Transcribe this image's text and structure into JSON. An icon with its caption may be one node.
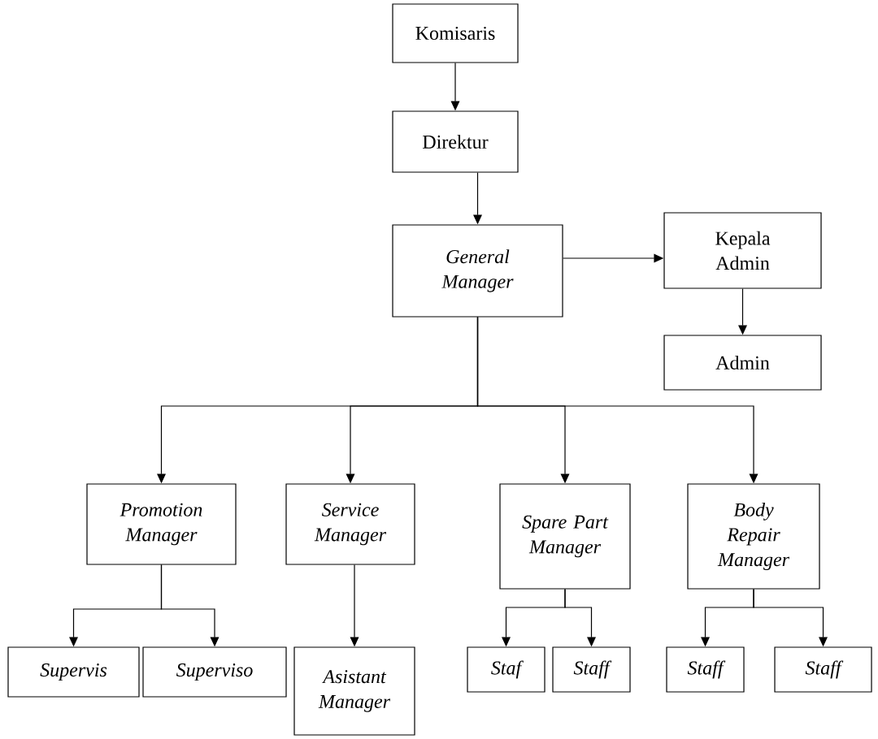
{
  "diagram": {
    "nodes": [
      {
        "text": [
          "Komisaris"
        ]
      },
      {
        "text": [
          "Direktur"
        ]
      },
      {
        "text": [
          "General Manager"
        ]
      },
      {
        "text": [
          "Kepala Admin"
        ]
      },
      {
        "text": [
          "Admin"
        ]
      },
      {
        "text": [
          "Promotion Manager"
        ]
      },
      {
        "text": [
          "Service Manager"
        ]
      },
      {
        "text": [
          "Spare Part Manager"
        ]
      },
      {
        "text": [
          "Body Repair Manager"
        ]
      },
      {
        "text": [
          "Supervis"
        ]
      },
      {
        "text": [
          "Superviso"
        ]
      },
      {
        "text": [
          "Asistant Manager"
        ]
      },
      {
        "text": [
          "Staf"
        ]
      },
      {
        "text": [
          "Staff"
        ]
      },
      {
        "text": [
          "Staff"
        ]
      },
      {
        "text": [
          "Staff"
        ]
      }
    ],
    "edges": [
      {
        "from": 0,
        "to": 1,
        "arrow": "to"
      },
      {
        "from": 1,
        "to": 2,
        "arrow": "to"
      },
      {
        "from": 2,
        "to": 3,
        "arrow": "to"
      },
      {
        "from": 3,
        "to": 4,
        "arrow": "to"
      },
      {
        "from": 2,
        "to": 5,
        "arrow": "to"
      },
      {
        "from": 2,
        "to": 6,
        "arrow": "to"
      },
      {
        "from": 2,
        "to": 7,
        "arrow": "to"
      },
      {
        "from": 2,
        "to": 8,
        "arrow": "to"
      },
      {
        "from": 5,
        "to": 9,
        "arrow": "to"
      },
      {
        "from": 5,
        "to": 10,
        "arrow": "to"
      },
      {
        "from": 6,
        "to": 11,
        "arrow": "to"
      },
      {
        "from": 7,
        "to": 12,
        "arrow": "to"
      },
      {
        "from": 7,
        "to": 13,
        "arrow": "to"
      },
      {
        "from": 8,
        "to": 14,
        "arrow": "to"
      },
      {
        "from": 8,
        "to": 15,
        "arrow": "to"
      }
    ]
  }
}
